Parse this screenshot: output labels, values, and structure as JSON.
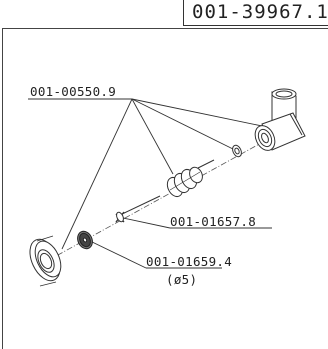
{
  "document": {
    "code": "001-39967.1"
  },
  "callouts": {
    "part_a": "001-00550.9",
    "part_b": "001-01657.8",
    "part_c": "001-01659.4",
    "part_c_note": "(ø5)"
  }
}
